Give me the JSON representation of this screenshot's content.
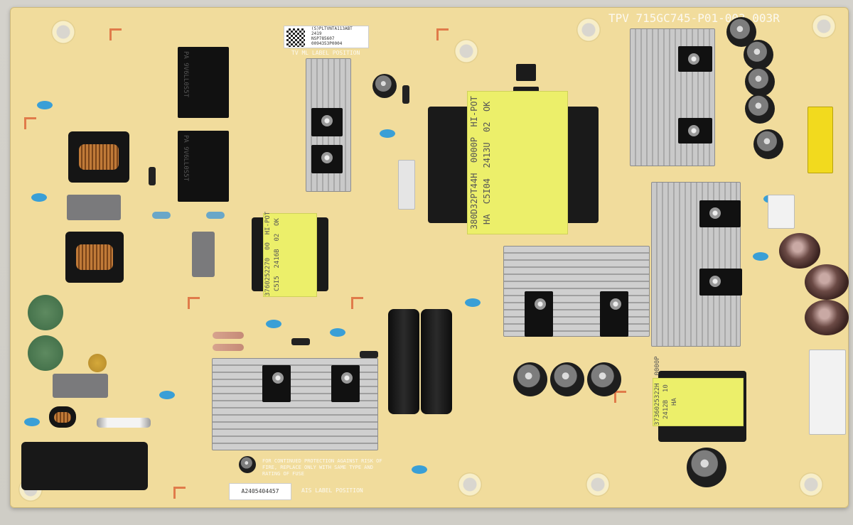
{
  "board_model": "TPV 715GC745-P01-003 003R",
  "label_tv": "TV ML LABEL POSITION",
  "label_ais": "AIS LABEL POSITION",
  "qr_lines": [
    "(S)PLTVNTA113ABT",
    "2419",
    "NSP785607",
    "0094353P0004"
  ],
  "serial_sticker": "A2405404457",
  "transformer_main_text": "380D32PT44H  0000P  HI-POT\nHA  C5I04  2413U  02  OK",
  "transformer_small_text": "3760252270  00  HI-POT\nC5I5  2416B  02  OK",
  "transformer_right_text": "3736025322H  0000P\n2412B  10\nHA",
  "caution_text": "FOR CONTINUED PROTECTION AGAINST RISK OF FIRE, REPLACE ONLY WITH SAME TYPE AND RATING OF FUSE",
  "bridge_text": "PA 9V6LL0S5T"
}
